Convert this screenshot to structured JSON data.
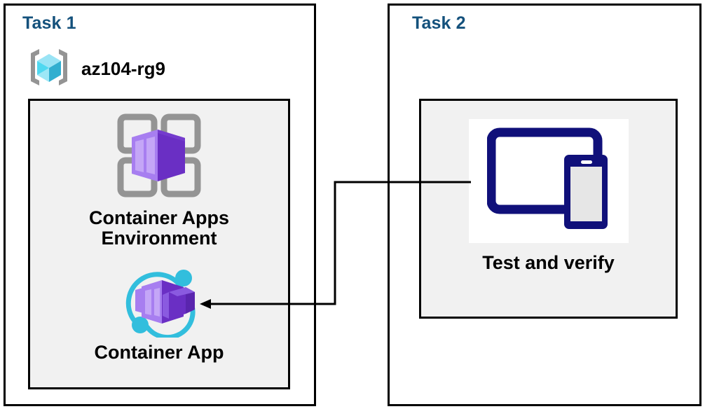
{
  "diagram": {
    "title_color": "#14517c",
    "panels": [
      {
        "id": "task1",
        "label": "Task 1"
      },
      {
        "id": "task2",
        "label": "Task 2"
      }
    ],
    "resource_group": {
      "name": "az104-rg9",
      "icon": "resource-group-icon",
      "icon_colors": {
        "bracket": "#949494",
        "cube_top": "#9ae4f5",
        "cube_left": "#4fd8f0",
        "cube_right": "#31afd0"
      }
    },
    "nodes": [
      {
        "id": "container-apps-environment",
        "caption": "Container Apps\nEnvironment",
        "icon": "container-apps-environment-icon",
        "icon_colors": {
          "frame": "#949494",
          "box_front": "#a островов"
        }
      },
      {
        "id": "container-app",
        "caption": "Container App",
        "icon": "container-app-icon",
        "icon_colors": {
          "ring": "#32bedd",
          "box_light": "#a67ef0",
          "box_dark": "#6b2fc4"
        }
      },
      {
        "id": "test-and-verify",
        "caption": "Test and verify",
        "icon": "devices-icon",
        "icon_colors": {
          "device": "#10107a",
          "phone_screen": "#e6e6e6"
        }
      }
    ],
    "connector": {
      "from": "test-and-verify",
      "to": "container-app",
      "style": "orthogonal-arrow",
      "color": "#000000"
    },
    "palette": {
      "panel_border": "#000000",
      "inner_fill": "#f1f1f1",
      "text": "#000000"
    }
  }
}
